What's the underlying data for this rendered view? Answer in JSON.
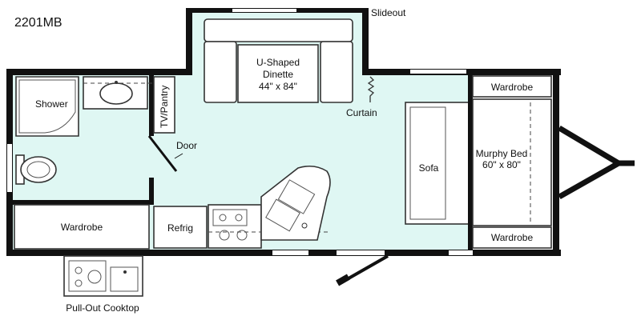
{
  "model_number": "2201MB",
  "labels": {
    "slideout": "Slideout",
    "dinette_line1": "U-Shaped",
    "dinette_line2": "Dinette",
    "dinette_size": "44\" x 84\"",
    "curtain": "Curtain",
    "shower": "Shower",
    "tv_pantry": "TV/Pantry",
    "door": "Door",
    "wardrobe_bath": "Wardrobe",
    "refrig": "Refrig",
    "sofa": "Sofa",
    "wardrobe_top": "Wardrobe",
    "wardrobe_bottom": "Wardrobe",
    "murphy_bed": "Murphy Bed",
    "murphy_bed_size": "60\" x 80\"",
    "pull_out_cooktop": "Pull-Out Cooktop"
  },
  "colors": {
    "floor": "#dff7f3",
    "walls": "#111111",
    "fixture_fill": "#ffffff",
    "fixture_stroke": "#333333"
  }
}
